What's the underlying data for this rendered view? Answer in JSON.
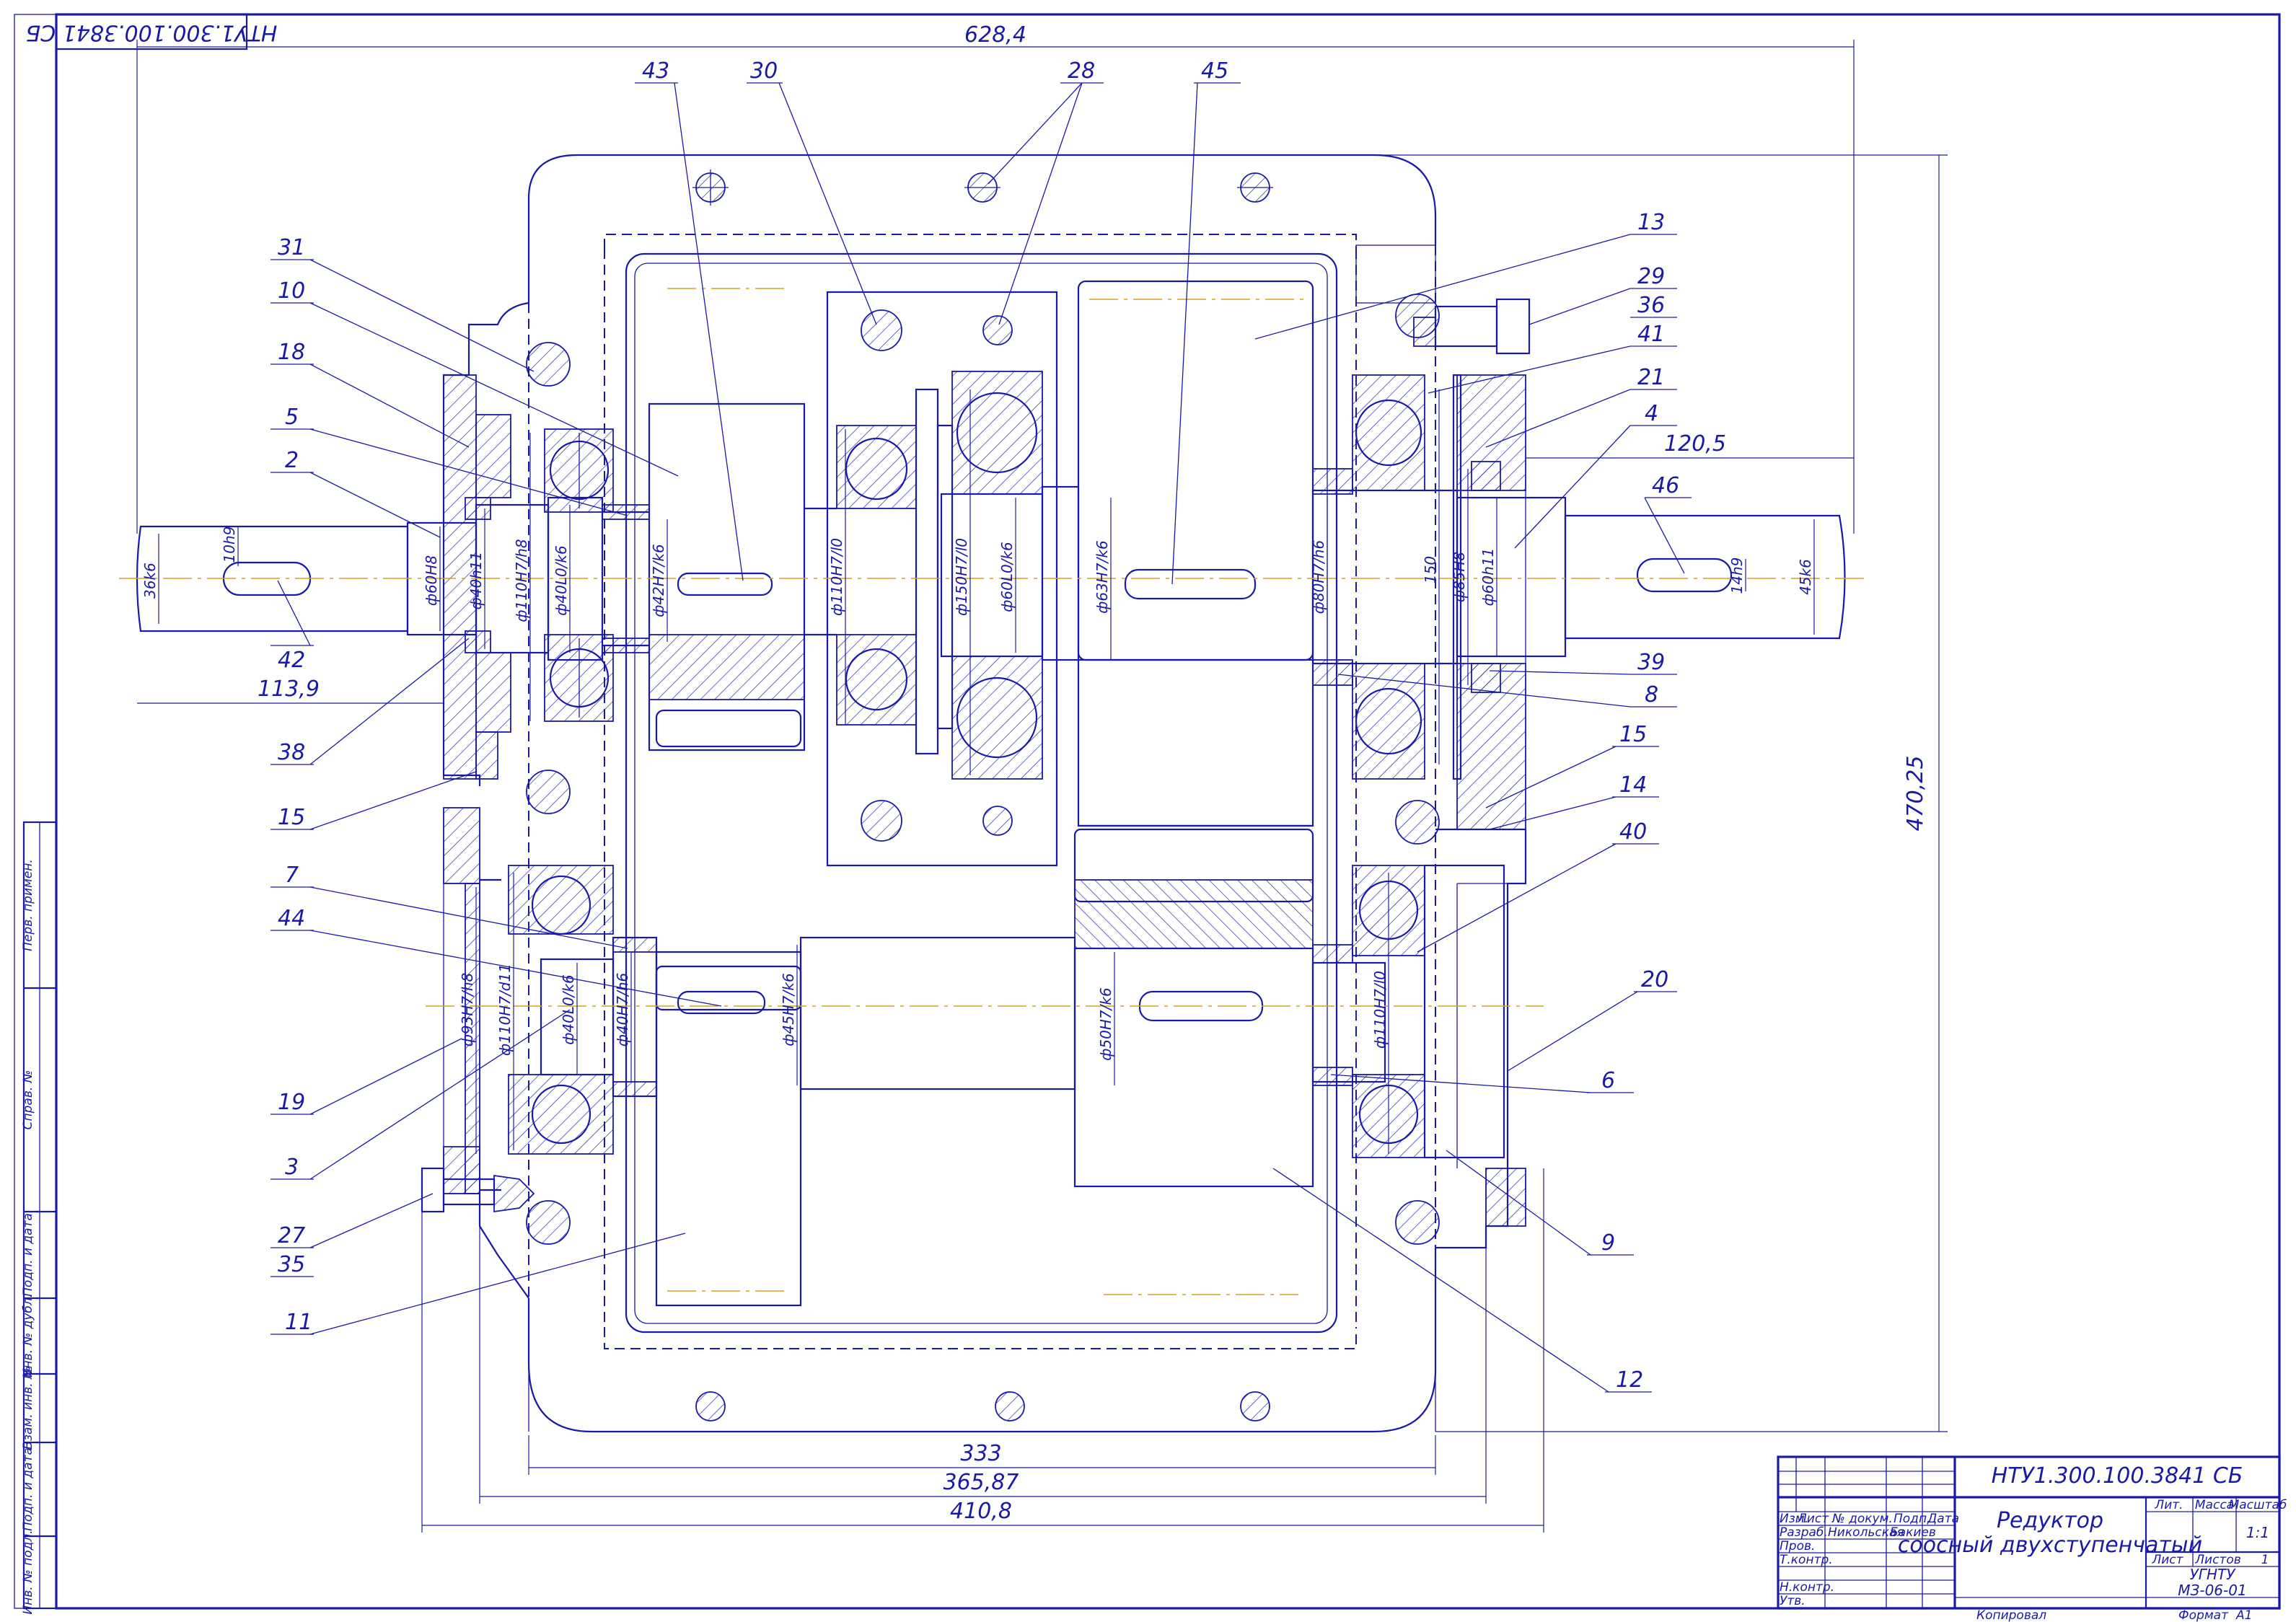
{
  "stamp_rotated": "НТУ1.300.100.3841 СБ",
  "title_block": {
    "designation": "НТУ1.300.100.3841 СБ",
    "name_line1": "Редуктор",
    "name_line2": "соосный двухступенчатый",
    "col_lit": "Лит.",
    "col_mass": "Масса",
    "col_scale": "Масштаб",
    "scale_value": "1:1",
    "sheet": "Лист",
    "sheets": "Листов",
    "sheets_value": "1",
    "org_line1": "УГНТУ",
    "org_line2": "МЗ-06-01",
    "row_change": "Изм.",
    "row_sheet": "Лист",
    "row_doc": "№ докум.",
    "row_sign": "Подп.",
    "row_date": "Дата",
    "role_develop": "Разраб.",
    "role_check": "Пров.",
    "role_tcontrol": "Т.контр.",
    "role_ncontrol": "Н.контр.",
    "role_approve": "Утв.",
    "developer": "Никольская",
    "checker": "Бакиев",
    "copied": "Копировал",
    "format": "Формат",
    "format_value": "А1"
  },
  "side_strip": [
    "Перв. примен.",
    "Справ. №",
    "Подп. и дата",
    "Инв. № дубл.",
    "Взам. инв. №",
    "Подп. и дата",
    "Инв. № подл."
  ],
  "dimensions": {
    "overall_width": "628,4",
    "overall_height": "470,25",
    "d333": "333",
    "d365": "365,87",
    "d410": "410,8",
    "d1139": "113,9",
    "d1205": "120,5",
    "d150": "150"
  },
  "fits": {
    "f1": "10h9",
    "f2": "36k6",
    "f3": "ф60H8",
    "f4": "ф40h11",
    "f5": "ф110H7/h8",
    "f6": "ф40L0/k6",
    "f7": "ф42H7/k6",
    "f8": "ф110H7/l0",
    "f9": "ф150H7/l0",
    "f10": "ф60L0/k6",
    "f11": "ф63H7/k6",
    "f12": "ф80H7/h6",
    "f13": "ф85H8",
    "f14": "ф60h11",
    "f15": "14h9",
    "f16": "45k6",
    "f17": "ф93H7/h8",
    "f18": "ф110H7/d11",
    "f19": "ф40L0/k6",
    "f20": "ф40H7/h6",
    "f21": "ф45H7/k6",
    "f22": "ф50H7/k6",
    "f23": "ф110H7/l0"
  },
  "callouts": {
    "c43": "43",
    "c30": "30",
    "c28": "28",
    "c45": "45",
    "c13": "13",
    "c29": "29",
    "c36": "36",
    "c41": "41",
    "c21": "21",
    "c4": "4",
    "c46": "46",
    "c31": "31",
    "c10": "10",
    "c18": "18",
    "c5": "5",
    "c2": "2",
    "c42": "42",
    "c38": "38",
    "c15a": "15",
    "c7": "7",
    "c44": "44",
    "c19": "19",
    "c3": "3",
    "c27": "27",
    "c35": "35",
    "c11": "11",
    "c39": "39",
    "c8": "8",
    "c15b": "15",
    "c14": "14",
    "c40": "40",
    "c20": "20",
    "c6": "6",
    "c9": "9",
    "c12": "12"
  }
}
